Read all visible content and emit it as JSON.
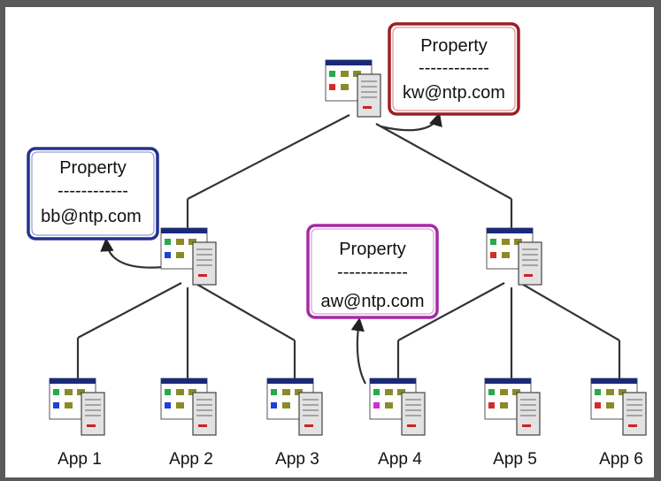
{
  "properties": [
    {
      "id": "top",
      "title": "Property",
      "separator": "------------",
      "email": "kw@ntp.com",
      "border_color": "#b3262b"
    },
    {
      "id": "left",
      "title": "Property",
      "separator": "------------",
      "email": "bb@ntp.com",
      "border_color": "#2d3a9e"
    },
    {
      "id": "center",
      "title": "Property",
      "separator": "------------",
      "email": "aw@ntp.com",
      "border_color": "#b02fb0"
    }
  ],
  "apps": [
    {
      "label": "App 1",
      "accent": "#1f3fd6"
    },
    {
      "label": "App 2",
      "accent": "#1f3fd6"
    },
    {
      "label": "App 3",
      "accent": "#1f3fd6"
    },
    {
      "label": "App 4",
      "accent": "#d22fd0"
    },
    {
      "label": "App 5",
      "accent": "#d42b2b"
    },
    {
      "label": "App 6",
      "accent": "#d42b2b"
    }
  ],
  "servers": [
    {
      "id": "root",
      "accent": "#d42b2b"
    },
    {
      "id": "left",
      "accent": "#1f3fd6"
    },
    {
      "id": "right",
      "accent": "#d42b2b"
    }
  ]
}
